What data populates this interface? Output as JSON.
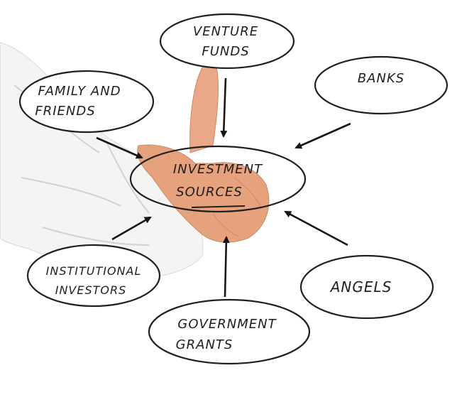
{
  "center": {
    "line1": "INVESTMENT",
    "line2": "SOURCES"
  },
  "sources": {
    "venture_funds": {
      "line1": "VENTURE",
      "line2": "FUNDS"
    },
    "banks": {
      "line1": "BANKS"
    },
    "family_and_friends": {
      "line1": "FAMILY AND",
      "line2": "FRIENDS"
    },
    "institutional_investors": {
      "line1": "INSTITUTIONAL",
      "line2": "INVESTORS"
    },
    "angels": {
      "line1": "ANGELS"
    },
    "government_grants": {
      "line1": "GOVERNMENT",
      "line2": "GRANTS"
    }
  },
  "colors": {
    "ink": "#1f1f1f",
    "sleeve": "#f4f4f2",
    "skin": "#e6a27c"
  }
}
